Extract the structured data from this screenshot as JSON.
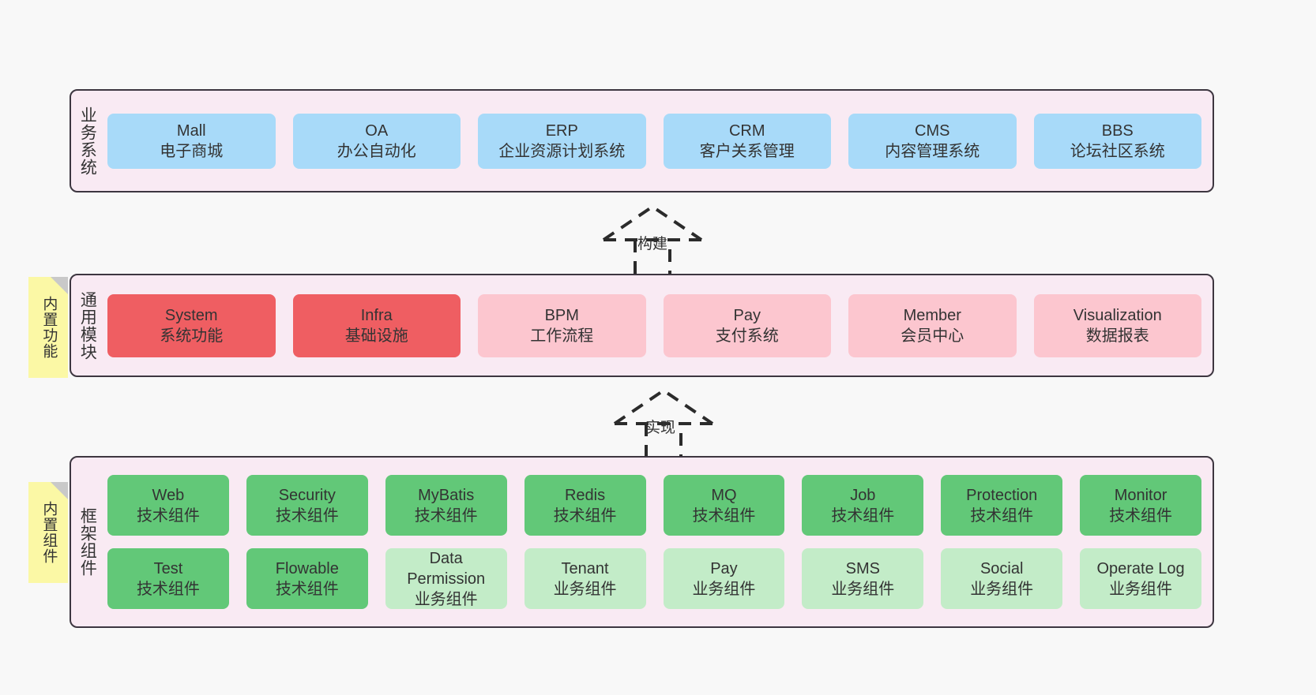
{
  "diagram": {
    "background_color": "#f8f8f8",
    "layer_fill": "#f9eaf3",
    "layer_border": "#3d3640",
    "sticky_color": "#fbf8a5"
  },
  "layers": [
    {
      "id": "business-system",
      "title": "业务系统",
      "rows": [
        {
          "cards": [
            {
              "name": "Mall",
              "sub": "电子商城",
              "color": "#a8daf9"
            },
            {
              "name": "OA",
              "sub": "办公自动化",
              "color": "#a8daf9"
            },
            {
              "name": "ERP",
              "sub": "企业资源计划系统",
              "color": "#a8daf9"
            },
            {
              "name": "CRM",
              "sub": "客户关系管理",
              "color": "#a8daf9"
            },
            {
              "name": "CMS",
              "sub": "内容管理系统",
              "color": "#a8daf9"
            },
            {
              "name": "BBS",
              "sub": "论坛社区系统",
              "color": "#a8daf9"
            }
          ]
        }
      ]
    },
    {
      "id": "common-modules",
      "title": "通用模块",
      "sticky": "内置功能",
      "rows": [
        {
          "cards": [
            {
              "name": "System",
              "sub": "系统功能",
              "color": "#ef5e62"
            },
            {
              "name": "Infra",
              "sub": "基础设施",
              "color": "#ef5e62"
            },
            {
              "name": "BPM",
              "sub": "工作流程",
              "color": "#fcc6cf"
            },
            {
              "name": "Pay",
              "sub": "支付系统",
              "color": "#fcc6cf"
            },
            {
              "name": "Member",
              "sub": "会员中心",
              "color": "#fcc6cf"
            },
            {
              "name": "Visualization",
              "sub": "数据报表",
              "color": "#fcc6cf"
            }
          ]
        }
      ]
    },
    {
      "id": "framework-components",
      "title": "框架组件",
      "sticky": "内置组件",
      "rows": [
        {
          "cards": [
            {
              "name": "Web",
              "sub": "技术组件",
              "color": "#62c878"
            },
            {
              "name": "Security",
              "sub": "技术组件",
              "color": "#62c878"
            },
            {
              "name": "MyBatis",
              "sub": "技术组件",
              "color": "#62c878"
            },
            {
              "name": "Redis",
              "sub": "技术组件",
              "color": "#62c878"
            },
            {
              "name": "MQ",
              "sub": "技术组件",
              "color": "#62c878"
            },
            {
              "name": "Job",
              "sub": "技术组件",
              "color": "#62c878"
            },
            {
              "name": "Protection",
              "sub": "技术组件",
              "color": "#62c878"
            },
            {
              "name": "Monitor",
              "sub": "技术组件",
              "color": "#62c878"
            }
          ]
        },
        {
          "cards": [
            {
              "name": "Test",
              "sub": "技术组件",
              "color": "#62c878"
            },
            {
              "name": "Flowable",
              "sub": "技术组件",
              "color": "#62c878"
            },
            {
              "name": "Data Permission",
              "sub": "业务组件",
              "color": "#c3ecc8"
            },
            {
              "name": "Tenant",
              "sub": "业务组件",
              "color": "#c3ecc8"
            },
            {
              "name": "Pay",
              "sub": "业务组件",
              "color": "#c3ecc8"
            },
            {
              "name": "SMS",
              "sub": "业务组件",
              "color": "#c3ecc8"
            },
            {
              "name": "Social",
              "sub": "业务组件",
              "color": "#c3ecc8"
            },
            {
              "name": "Operate Log",
              "sub": "业务组件",
              "color": "#c3ecc8"
            }
          ]
        }
      ]
    }
  ],
  "connectors": [
    {
      "id": "build",
      "label": "构建",
      "style": "dashed-hollow-arrow-up"
    },
    {
      "id": "implement",
      "label": "实现",
      "style": "dashed-hollow-arrow-up"
    }
  ]
}
